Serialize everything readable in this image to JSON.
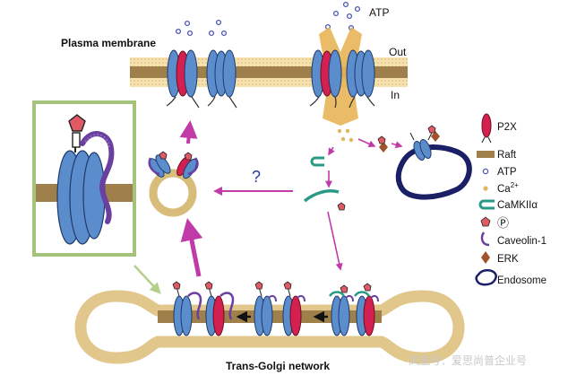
{
  "labels": {
    "plasma_membrane": "Plasma membrane",
    "atp_top": "ATP",
    "out": "Out",
    "in": "In",
    "question": "?",
    "trans_golgi": "Trans-Golgi network"
  },
  "legend": [
    {
      "icon": "p2x-receptor-icon",
      "label": "P2X"
    },
    {
      "icon": "raft-icon",
      "label": "Raft"
    },
    {
      "icon": "atp-molecule-icon",
      "label": "ATP"
    },
    {
      "icon": "calcium-ion-icon",
      "label": "Ca",
      "sup": "2+"
    },
    {
      "icon": "camkii-icon",
      "label": "CaMKIIα"
    },
    {
      "icon": "phosphate-icon",
      "label": "Ⓟ"
    },
    {
      "icon": "caveolin-icon",
      "label": "Caveolin-1"
    },
    {
      "icon": "erk-icon",
      "label": "ERK"
    },
    {
      "icon": "endosome-icon",
      "label": "Endosome"
    }
  ],
  "watermark": "凤凰号：爱思尚普企业号",
  "colors": {
    "raft": "#a0804a",
    "membrane": "#f0d9a0",
    "p2x_blue": "#5b8ccb",
    "p2x_red": "#d42050",
    "caveolin": "#6a3fa0",
    "arrow": "#c03aa8",
    "golgi_fill": "#e8cf94",
    "camkii": "#2a9a86",
    "endosome": "#1a1f66",
    "erk": "#a0522d",
    "inset_border": "#a4c27a"
  }
}
